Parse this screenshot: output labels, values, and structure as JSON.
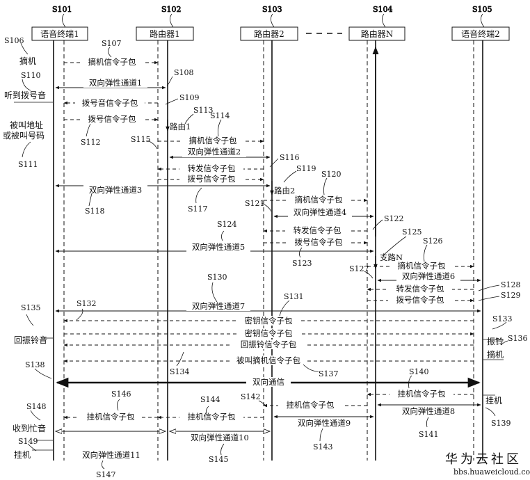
{
  "entities": [
    {
      "id": "S101",
      "name": "语音终端1"
    },
    {
      "id": "S102",
      "name": "路由器1"
    },
    {
      "id": "S103",
      "name": "路由器2"
    },
    {
      "id": "S104",
      "name": "路由器N"
    },
    {
      "id": "S105",
      "name": "语音终端2"
    }
  ],
  "steps": [
    {
      "id": "S107",
      "label": "摘机信令子包"
    },
    {
      "id": "S108",
      "label": "双向弹性通道1"
    },
    {
      "id": "S109",
      "label": "拨号音信令子包"
    },
    {
      "id": "S112",
      "label": "拨号信令子包"
    },
    {
      "id": "S113",
      "label": "路由1"
    },
    {
      "id": "S114",
      "label": "摘机信令子包"
    },
    {
      "id": "S115",
      "label": "双向弹性通道2"
    },
    {
      "id": "S116",
      "label": "转发信令子包"
    },
    {
      "id": "S117",
      "label": "拨号信令子包"
    },
    {
      "id": "S118",
      "label": "双向弹性通道3"
    },
    {
      "id": "S119",
      "label": "路由2"
    },
    {
      "id": "S120",
      "label": "摘机信令子包"
    },
    {
      "id": "S121",
      "label": "双向弹性通道4"
    },
    {
      "id": "S122",
      "label": "转发信令子包"
    },
    {
      "id": "S123",
      "label": "拨号信令子包"
    },
    {
      "id": "S124",
      "label": "双向弹性通道5"
    },
    {
      "id": "S125",
      "label": "支路N"
    },
    {
      "id": "S126",
      "label": "摘机信令子包"
    },
    {
      "id": "S127",
      "label": "双向弹性通道6"
    },
    {
      "id": "S128",
      "label": "转发信令子包"
    },
    {
      "id": "S129",
      "label": "拨号信令子包"
    },
    {
      "id": "S130",
      "label": "双向弹性通道7"
    },
    {
      "id": "S131",
      "label": "密钥信令子包"
    },
    {
      "id": "S132",
      "label": "密钥信令子包"
    },
    {
      "id": "S136",
      "label": "回振铃信令子包"
    },
    {
      "id": "S134",
      "label": "被叫摘机信令子包"
    },
    {
      "id": "S137",
      "label": "双向通信"
    },
    {
      "id": "S140",
      "label": "挂机信令子包"
    },
    {
      "id": "S141",
      "label": "双向弹性通道8"
    },
    {
      "id": "S142",
      "label": "挂机信令子包"
    },
    {
      "id": "S143",
      "label": "双向弹性通道9"
    },
    {
      "id": "S144",
      "label": "挂机信令子包"
    },
    {
      "id": "S145",
      "label": "双向弹性通道10"
    },
    {
      "id": "S146",
      "label": "挂机信令子包"
    },
    {
      "id": "S147",
      "label": "双向弹性通道11"
    }
  ],
  "side_labels": {
    "hookoff": "摘机",
    "dial_tone": "听到拨号音",
    "called_addr_1": "被叫地址",
    "called_addr_2": "或被叫号码",
    "ringback": "回振铃音",
    "ringing": "振铃",
    "answer": "摘机",
    "hangup_right": "挂机",
    "busy_tone": "收到忙音",
    "hangup_left": "挂机"
  },
  "refs": {
    "S106": "S106",
    "S110": "S110",
    "S111": "S111",
    "S112": "S112",
    "S113": "S113",
    "S114": "S114",
    "S115": "S115",
    "S116": "S116",
    "S117": "S117",
    "S118": "S118",
    "S119": "S119",
    "S120": "S120",
    "S121": "S121",
    "S122": "S122",
    "S123": "S123",
    "S124": "S124",
    "S125": "S125",
    "S126": "S126",
    "S127": "S127",
    "S128": "S128",
    "S129": "S129",
    "S130": "S130",
    "S131": "S131",
    "S132": "S132",
    "S133": "S133",
    "S134": "S134",
    "S135": "S135",
    "S136": "S136",
    "S137": "S137",
    "S138": "S138",
    "S139": "S139",
    "S140": "S140",
    "S141": "S141",
    "S142": "S142",
    "S143": "S143",
    "S144": "S144",
    "S145": "S145",
    "S146": "S146",
    "S147": "S147",
    "S148": "S148",
    "S149": "S149",
    "S107": "S107",
    "S108": "S108",
    "S109": "S109",
    "S101": "S101",
    "S102": "S102",
    "S103": "S103",
    "S104": "S104",
    "S105": "S105"
  },
  "watermark": {
    "brand": "华为云社区",
    "url": "bbs.huaweicloud.com"
  }
}
